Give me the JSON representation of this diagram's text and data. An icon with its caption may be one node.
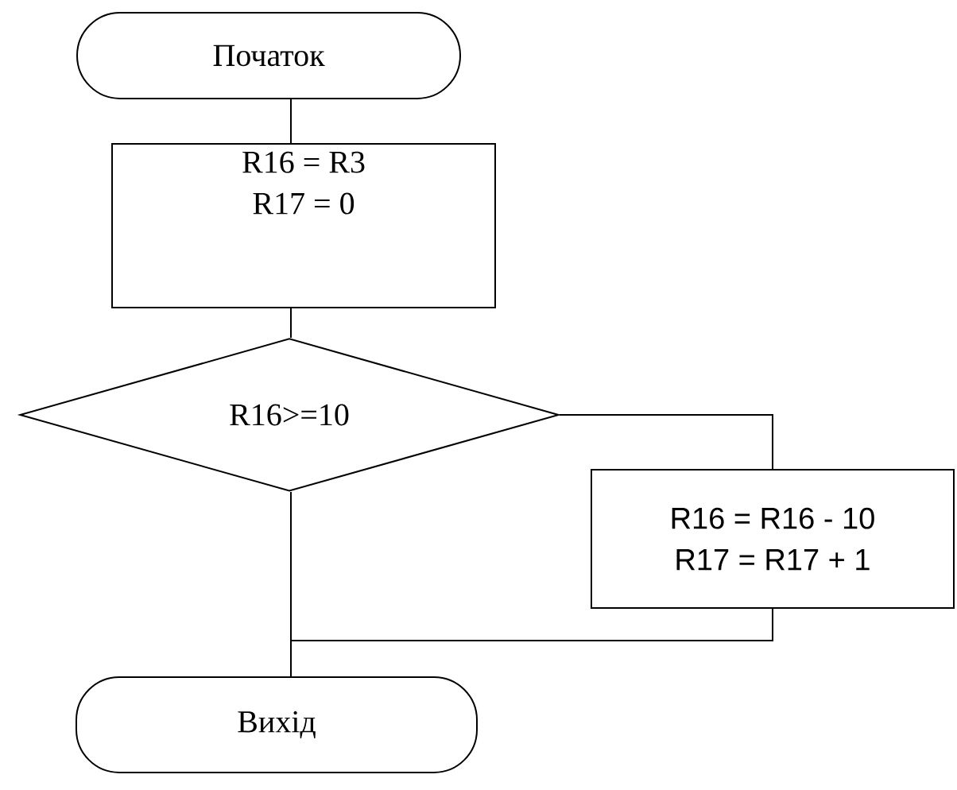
{
  "diagram": {
    "nodes": [
      {
        "text": [
          "Початок"
        ]
      },
      {
        "text": [
          "R16 = R3",
          "R17 = 0"
        ]
      },
      {
        "text": [
          "R16>=10"
        ]
      },
      {
        "text": [
          "R16 = R16 - 10",
          "R17 = R17 + 1"
        ]
      },
      {
        "text": [
          "Вихід"
        ]
      }
    ],
    "edges": [
      {
        "from": 0,
        "to": 1,
        "arrow": "none"
      },
      {
        "from": 1,
        "to": 2,
        "arrow": "none"
      },
      {
        "from": 2,
        "to": 3,
        "arrow": "none"
      },
      {
        "from": 3,
        "to": 4,
        "arrow": "none"
      },
      {
        "from": 2,
        "to": 4,
        "arrow": "none"
      }
    ]
  }
}
